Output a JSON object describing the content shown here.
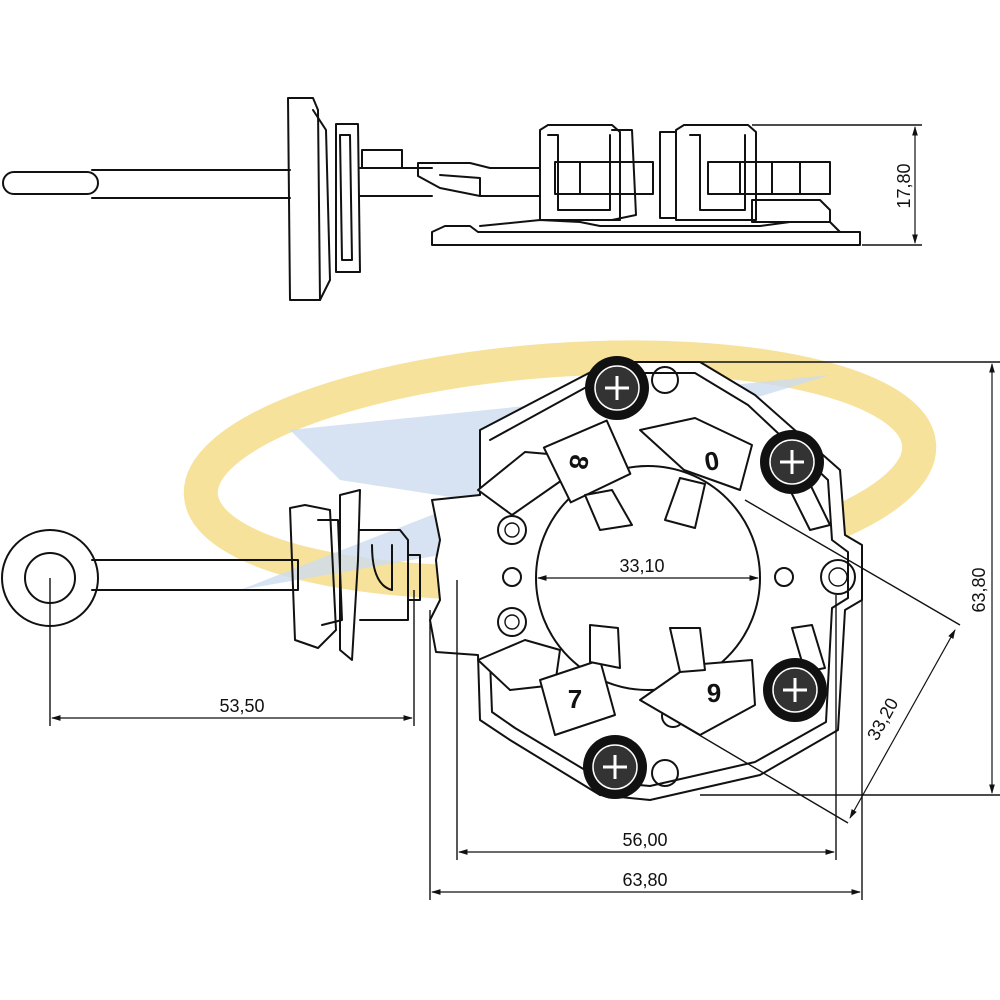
{
  "brand_colors": {
    "watermark_gold": "#f3d97a",
    "watermark_blue": "#bcd0ea",
    "line": "#111111"
  },
  "dimensions": {
    "height_side": "17,80",
    "total_height": "63,80",
    "bore_diameter": "33,10",
    "diagonal": "33,20",
    "lead_length": "53,50",
    "inner_width": "56,00",
    "total_width": "63,80"
  },
  "holder_numbers": [
    "8",
    "0",
    "7",
    "9"
  ]
}
